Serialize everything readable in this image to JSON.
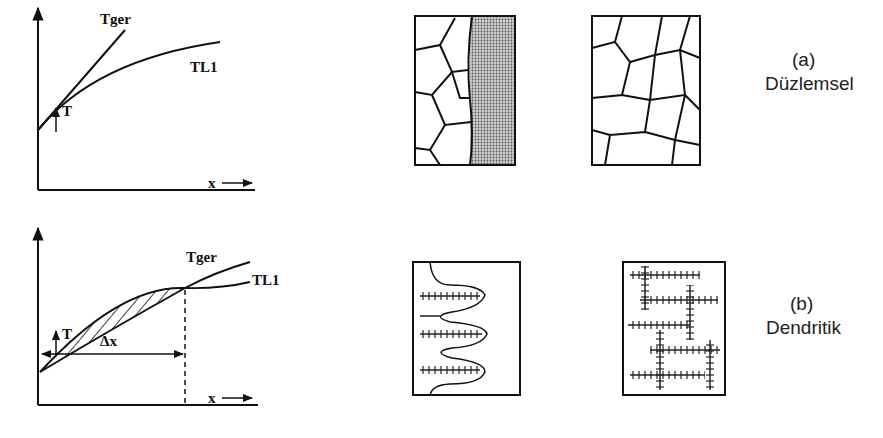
{
  "diagram": {
    "labels": [
      "Tger",
      "TL1",
      "T",
      "x",
      "Tger",
      "TL1",
      "T",
      "Δx",
      "x",
      "(a)",
      "Düzlemsel",
      "(b)",
      "Dendritik"
    ]
  }
}
